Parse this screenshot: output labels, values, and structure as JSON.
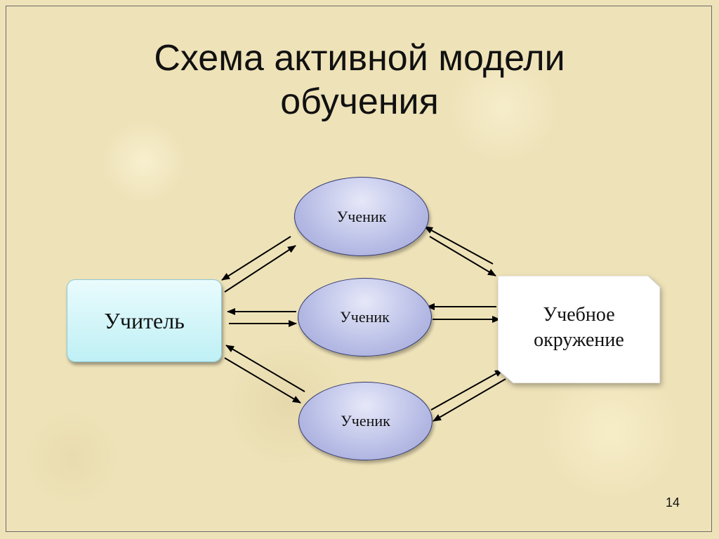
{
  "slide": {
    "title_line1": "Схема активной модели",
    "title_line2": "обучения",
    "page_number": "14"
  },
  "diagram": {
    "teacher": "Учитель",
    "pupils": [
      "Ученик",
      "Ученик",
      "Ученик"
    ],
    "environment_line1": "Учебное",
    "environment_line2": "окружение"
  }
}
